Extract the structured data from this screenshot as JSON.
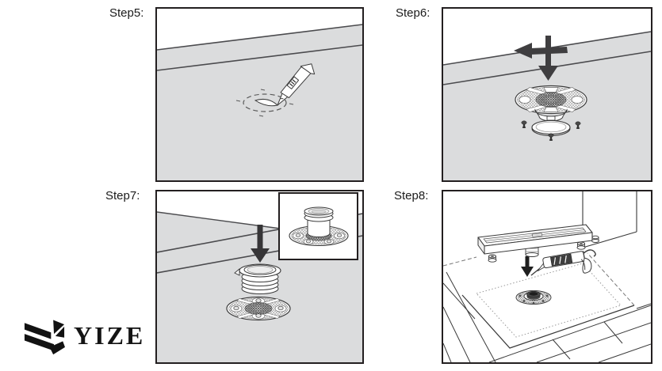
{
  "page": {
    "background": "#ffffff"
  },
  "brand": {
    "name": "YIZE"
  },
  "colors": {
    "panel_border": "#231f20",
    "surface_gray": "#dbdcdd",
    "edge_line": "#4b4b4e",
    "arrow": "#3f3e40",
    "ink": "#3a3a3a",
    "dash_gray": "#8a8a8a"
  },
  "panels": [
    {
      "id": "step5",
      "label": "Step5:",
      "alt": "utility knife cutting a dashed circular opening in the board"
    },
    {
      "id": "step6",
      "label": "Step6:",
      "alt": "press down and turn the drain flange onto the gasket ring with screws"
    },
    {
      "id": "step7",
      "label": "Step7:",
      "alt": "push the threaded adapter down into the installed flange",
      "inset_alt": "assembled adapter on flange"
    },
    {
      "id": "step8",
      "label": "Step8:",
      "alt": "set the linear drain channel onto the shower tray and seal with a caulking gun"
    }
  ]
}
